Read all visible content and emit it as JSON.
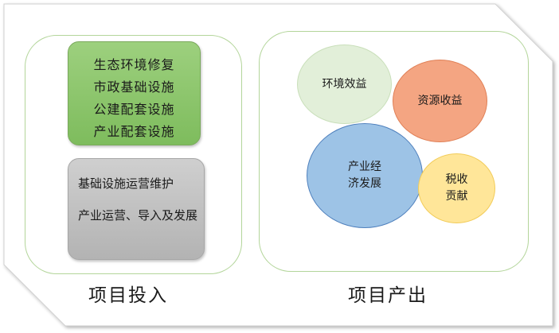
{
  "input": {
    "caption": "项目投入",
    "construction_items": [
      "生态环境修复",
      "市政基础设施",
      "公建配套设施",
      "产业配套设施"
    ],
    "operation_items": [
      "基础设施运营维护",
      "产业运营、导入及发展"
    ]
  },
  "output": {
    "caption": "项目产出",
    "benefits": {
      "environment": "环境效益",
      "resource": "资源收益",
      "industry": "产业经\n济发展",
      "tax": "税收\n贡献"
    }
  },
  "colors": {
    "panel_border": "#b3d59a",
    "green_box": "#8cc56c",
    "gray_box": "#bfbfbf",
    "environment": "#e2efd9",
    "resource": "#f4a582",
    "industry": "#9dc3e6",
    "tax": "#ffe699"
  }
}
